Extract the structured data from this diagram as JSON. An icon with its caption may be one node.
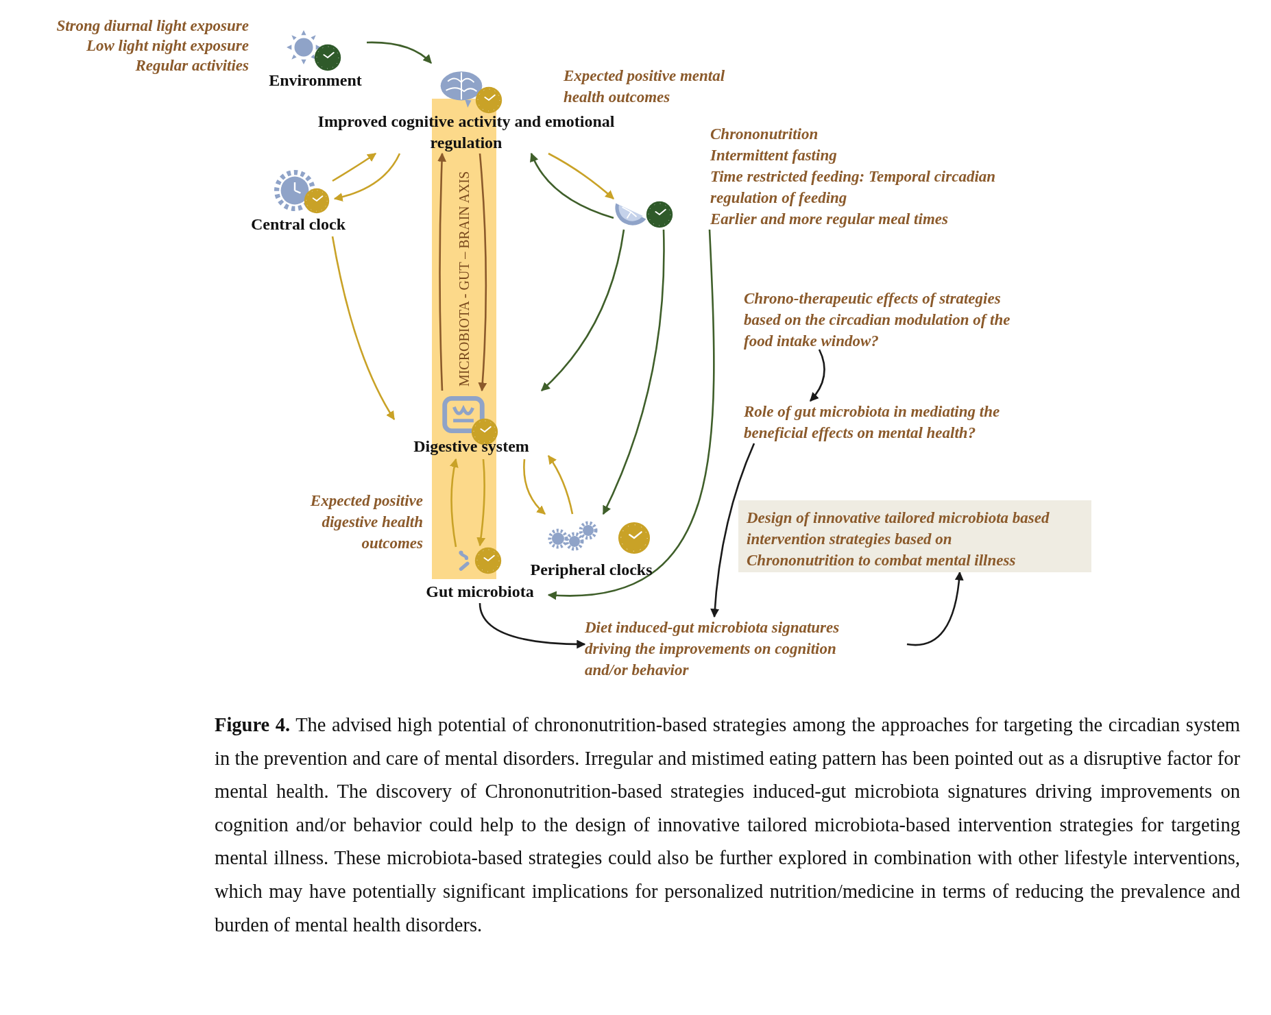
{
  "diagram": {
    "nodes": [
      {
        "text": [
          "Environment"
        ],
        "beside": [
          "Strong diurnal light exposure",
          "Low light night exposure",
          "Regular activities"
        ]
      },
      {
        "text": [
          "Improved cognitive activity and emotional regulation"
        ]
      },
      {
        "text": [
          "Central clock"
        ]
      },
      {
        "text": [
          "Chrononutrition",
          "Intermittent fasting",
          "Time restricted feeding: Temporal circadian regulation of feeding",
          "Earlier and more regular meal times"
        ]
      },
      {
        "text": [
          "Digestive system"
        ]
      },
      {
        "text": [
          "Gut microbiota"
        ]
      },
      {
        "text": [
          "Peripheral clocks"
        ]
      },
      {
        "text": [
          "Chrono-therapeutic effects of strategies based on the circadian modulation of the food intake window?"
        ]
      },
      {
        "text": [
          "Role of gut microbiota in mediating the beneficial effects on mental health?"
        ]
      },
      {
        "text": [
          "Design of innovative tailored microbiota based intervention strategies based on Chrononutrition to combat mental illness"
        ]
      },
      {
        "text": [
          "Diet induced-gut microbiota signatures driving the improvements on cognition and/or behavior"
        ]
      }
    ],
    "edges": [
      {
        "from": 0,
        "to": 1,
        "arrow": "to",
        "color": "#3f5f2a"
      },
      {
        "from": 2,
        "to": 1,
        "arrow": "to"
      },
      {
        "from": 1,
        "to": 2,
        "arrow": "to"
      },
      {
        "from": 1,
        "to": 3,
        "arrow": "to"
      },
      {
        "from": 3,
        "to": 1,
        "arrow": "to",
        "color": "#3f5f2a"
      },
      {
        "from": 2,
        "to": 4,
        "arrow": "to"
      },
      {
        "from": 4,
        "to": 1,
        "arrow": "to",
        "color": "#8b5a2b"
      },
      {
        "from": 1,
        "to": 4,
        "arrow": "to",
        "color": "#8b5a2b"
      },
      {
        "from": 3,
        "to": 4,
        "arrow": "to",
        "color": "#3f5f2a"
      },
      {
        "from": 3,
        "to": 6,
        "arrow": "to",
        "color": "#3f5f2a"
      },
      {
        "from": 3,
        "to": 5,
        "arrow": "to",
        "color": "#3f5f2a"
      },
      {
        "from": 5,
        "to": 4,
        "arrow": "to"
      },
      {
        "from": 4,
        "to": 5,
        "arrow": "to"
      },
      {
        "from": 4,
        "to": 6,
        "arrow": "to"
      },
      {
        "from": 6,
        "to": 4,
        "arrow": "to"
      },
      {
        "from": 5,
        "to": 10,
        "arrow": "to",
        "color": "#1a1a1a"
      },
      {
        "from": 7,
        "to": 8,
        "arrow": "to",
        "color": "#1a1a1a"
      },
      {
        "from": 8,
        "to": 10,
        "arrow": "to",
        "color": "#1a1a1a"
      },
      {
        "from": 10,
        "to": 9,
        "arrow": "to",
        "color": "#1a1a1a"
      }
    ],
    "labels": [
      "Expected positive mental health outcomes",
      "MICROBIOTA - GUT – BRAIN AXIS",
      "Expected positive digestive health outcomes"
    ],
    "caption": "**Figure 4.** The advised high potential of chrononutrition-based strategies among the approaches for targeting the circadian system in the prevention and care of mental disorders. Irregular and mistimed eating pattern has been pointed out as a disruptive factor for mental health. The discovery of Chrononutrition-based strategies induced-gut microbiota signatures driving improvements on cognition and/or behavior could help to the design of innovative tailored microbiota-based intervention strategies for targeting mental illness. These microbiota-based strategies could also be further explored in combination with other lifestyle interventions, which may have potentially significant implications for personalized nutrition/medicine in terms of reducing the prevalence and burden of mental health disorders."
  }
}
